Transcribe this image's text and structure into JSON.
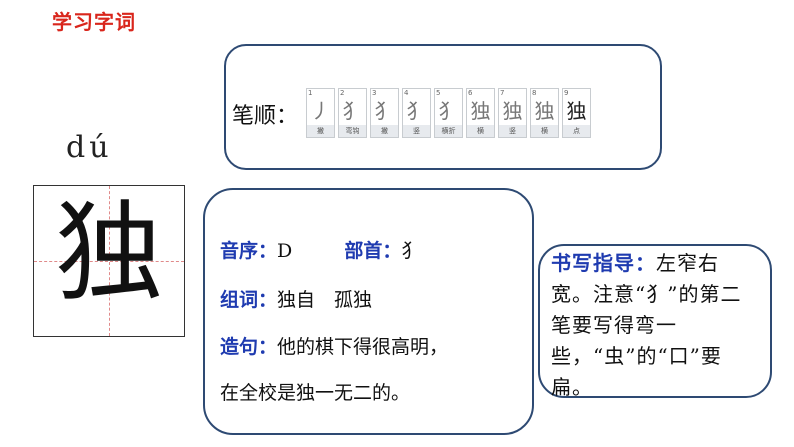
{
  "title": "学习字词",
  "stroke_order": {
    "label": "笔顺：",
    "steps": [
      {
        "num": "1",
        "glyph": "丿",
        "name": "撇"
      },
      {
        "num": "2",
        "glyph": "犭",
        "name": "弯钩"
      },
      {
        "num": "3",
        "glyph": "犭",
        "name": "撇"
      },
      {
        "num": "4",
        "glyph": "犭",
        "name": "竖"
      },
      {
        "num": "5",
        "glyph": "犭",
        "name": "横折"
      },
      {
        "num": "6",
        "glyph": "独",
        "name": "横"
      },
      {
        "num": "7",
        "glyph": "独",
        "name": "竖"
      },
      {
        "num": "8",
        "glyph": "独",
        "name": "横"
      },
      {
        "num": "9",
        "glyph": "独",
        "name": "点"
      }
    ]
  },
  "pinyin": "dú",
  "character": "独",
  "info": {
    "order_label": "音序：",
    "order_value": "D",
    "radical_label": "部首：",
    "radical_value": "犭",
    "words_label": "组词：",
    "words_value": "独自　孤独",
    "sentence_label": "造句：",
    "sentence_line1": "他的棋下得很高明，",
    "sentence_line2": "在全校是独一无二的。"
  },
  "guide": {
    "label": "书写指导：",
    "text": "左窄右宽。注意“犭”的第二笔要写得弯一些，“虫”的“口”要扁。"
  }
}
